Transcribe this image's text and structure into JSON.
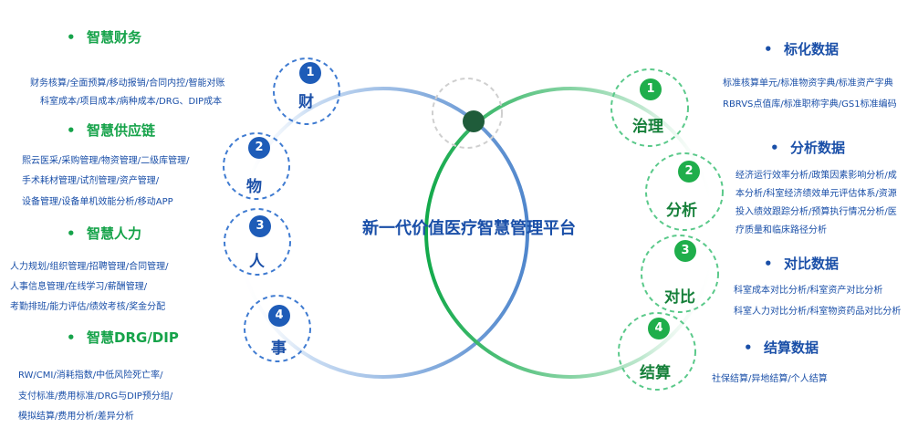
{
  "center_title": "新一代价值医疗智慧管理平台",
  "colors": {
    "blue": "#1a4fa8",
    "green": "#16a34a",
    "dark_green": "#1f5c3a"
  },
  "left_sections": [
    {
      "bullet": "•",
      "heading": "智慧财务",
      "lines": [
        "财务核算/全面预算/移动报销/合同内控/智能对账",
        "科室成本/项目成本/病种成本/DRG、DIP成本"
      ]
    },
    {
      "bullet": "•",
      "heading": "智慧供应链",
      "lines": [
        "熙云医采/采购管理/物资管理/二级库管理/",
        "手术耗材管理/试剂管理/资产管理/",
        "设备管理/设备单机效能分析/移动APP"
      ]
    },
    {
      "bullet": "•",
      "heading": "智慧人力",
      "lines": [
        "人力规划/组织管理/招聘管理/合同管理/",
        "人事信息管理/在线学习/薪酬管理/",
        "考勤排班/能力评估/绩效考核/奖金分配"
      ]
    },
    {
      "bullet": "•",
      "heading": "智慧DRG/DIP",
      "lines": [
        "RW/CMI/消耗指数/中低风险死亡率/",
        "支付标准/费用标准/DRG与DIP预分组/",
        "模拟结算/费用分析/差异分析"
      ]
    }
  ],
  "left_nodes": [
    {
      "number": "1",
      "label": "财"
    },
    {
      "number": "2",
      "label": "物"
    },
    {
      "number": "3",
      "label": "人"
    },
    {
      "number": "4",
      "label": "事"
    }
  ],
  "right_sections": [
    {
      "bullet": "•",
      "heading": "标化数据",
      "lines": [
        "标准核算单元/标准物资字典/标准资产字典",
        "RBRVS点值库/标准职称字典/GS1标准编码"
      ]
    },
    {
      "bullet": "•",
      "heading": "分析数据",
      "lines": [
        "经济运行效率分析/政策因素影响分析/成",
        "本分析/科室经济绩效单元评估体系/资源",
        "投入绩效跟踪分析/预算执行情况分析/医",
        "疗质量和临床路径分析"
      ]
    },
    {
      "bullet": "•",
      "heading": "对比数据",
      "lines": [
        "科室成本对比分析/科室资产对比分析",
        "科室人力对比分析/科室物资药品对比分析"
      ]
    },
    {
      "bullet": "•",
      "heading": "结算数据",
      "lines": [
        "社保结算/异地结算/个人结算"
      ]
    }
  ],
  "right_nodes": [
    {
      "number": "1",
      "label": "治理"
    },
    {
      "number": "2",
      "label": "分析"
    },
    {
      "number": "3",
      "label": "对比"
    },
    {
      "number": "4",
      "label": "结算"
    }
  ]
}
